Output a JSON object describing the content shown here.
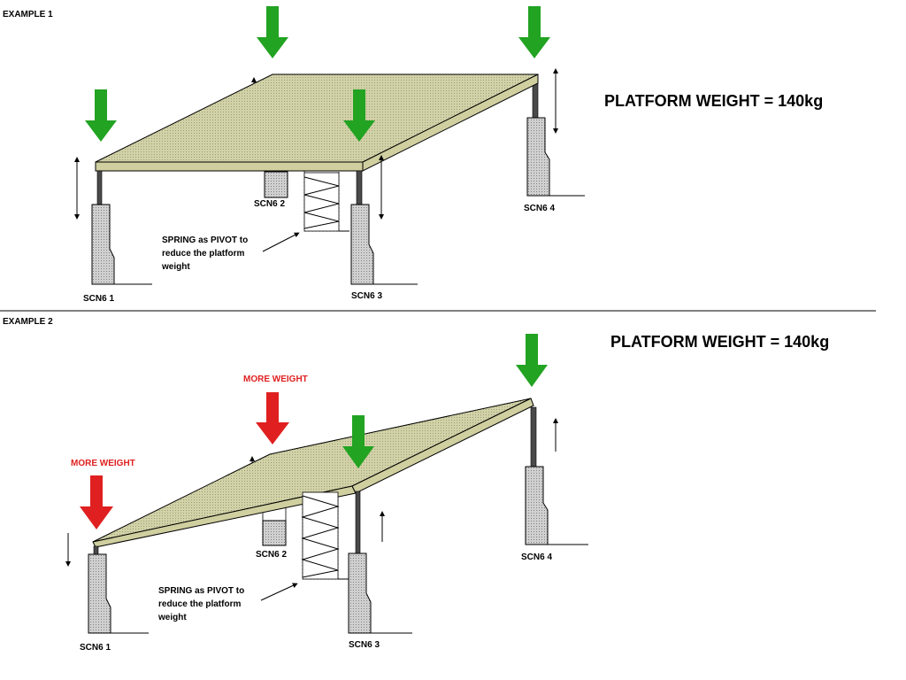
{
  "example1": {
    "title": "EXAMPLE 1",
    "weight": "PLATFORM WEIGHT = 140kg",
    "labels": {
      "scn1": "SCN6 1",
      "scn2": "SCN6 2",
      "scn3": "SCN6 3",
      "scn4": "SCN6 4"
    },
    "spring_note": [
      "SPRING as PIVOT to",
      "reduce the platform",
      "weight"
    ]
  },
  "example2": {
    "title": "EXAMPLE 2",
    "weight": "PLATFORM WEIGHT = 140kg",
    "more_weight": "MORE WEIGHT",
    "labels": {
      "scn1": "SCN6 1",
      "scn2": "SCN6 2",
      "scn3": "SCN6 3",
      "scn4": "SCN6 4"
    },
    "spring_note": [
      "SPRING as PIVOT to",
      "reduce the platform",
      "weight"
    ]
  },
  "colors": {
    "green_arrow": "#22a322",
    "red_arrow": "#e02020",
    "platform": "#cfcfa0",
    "block": "#c8c8c8"
  }
}
